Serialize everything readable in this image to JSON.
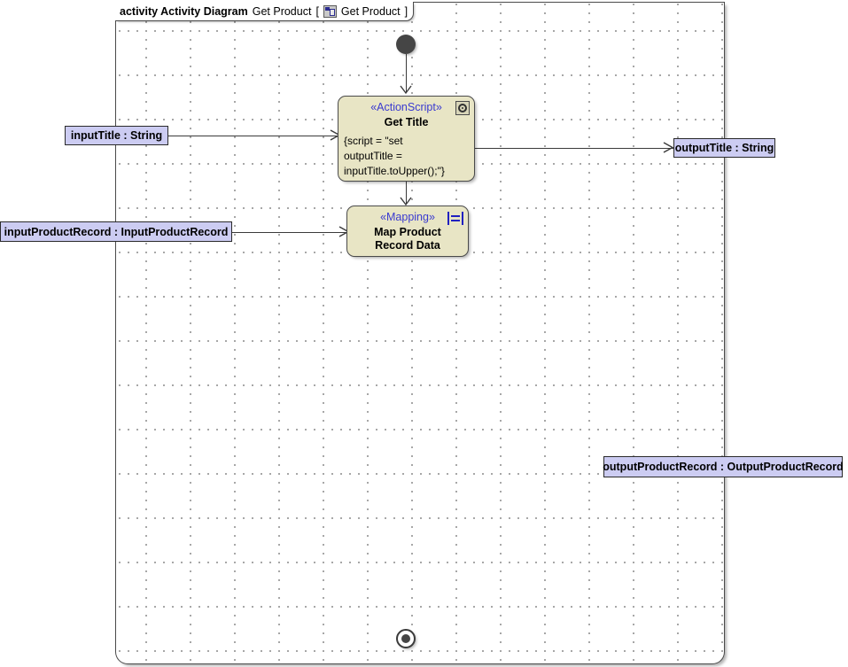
{
  "diagram": {
    "frame": {
      "keyword": "activity Activity Diagram",
      "name": "Get Product",
      "bracket_open": "[",
      "bracket_close": "]",
      "qualified_name": "Get Product",
      "icon": "activity-diagram-icon"
    },
    "nodes": [
      {
        "id": "initial",
        "type": "initial-node",
        "label": ""
      },
      {
        "id": "get-title",
        "type": "action-node",
        "stereotype": "«ActionScript»",
        "name": "Get Title",
        "body": "{script = \"set\noutputTitle =\ninputTitle.toUpper();\"}",
        "icon": "action-script-icon"
      },
      {
        "id": "map-product-record-data",
        "type": "action-node",
        "stereotype": "«Mapping»",
        "name": "Map Product\nRecord Data",
        "body": "",
        "icon": "mapping-icon"
      },
      {
        "id": "final",
        "type": "activity-final-node",
        "label": ""
      }
    ],
    "pins": [
      {
        "id": "input-title",
        "kind": "input-parameter",
        "label": "inputTitle : String"
      },
      {
        "id": "input-product-record",
        "kind": "input-parameter",
        "label": "inputProductRecord : InputProductRecord"
      },
      {
        "id": "output-title",
        "kind": "output-parameter",
        "label": "outputTitle : String"
      },
      {
        "id": "output-product-record",
        "kind": "output-parameter",
        "label": "outputProductRecord : OutputProductRecord"
      }
    ],
    "colors": {
      "action_fill": "#e8e5c5",
      "action_border": "#4a4a4a",
      "pin_fill": "#ccccf2",
      "pin_border": "#2a2a2a",
      "stereotype_text": "#3a3ad0",
      "edge": "#3a3a3a",
      "node_marker": "#454545",
      "canvas": "#ffffff"
    }
  }
}
